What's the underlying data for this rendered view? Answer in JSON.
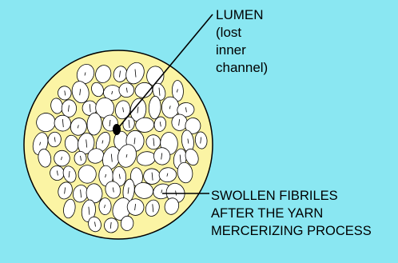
{
  "labels": {
    "lumen": {
      "lines": [
        "LUMEN",
        "(lost",
        "inner",
        "channel)"
      ]
    },
    "fibriles": {
      "lines": [
        "SWOLLEN FIBRILES",
        "AFTER THE YARN",
        "MERCERIZING PROCESS"
      ]
    }
  },
  "colors": {
    "background": "#8ae7f2",
    "fiber_matrix": "#fbf4a4",
    "fibrile_fill": "#ffffff",
    "outline": "#000000",
    "lumen": "#000000"
  }
}
